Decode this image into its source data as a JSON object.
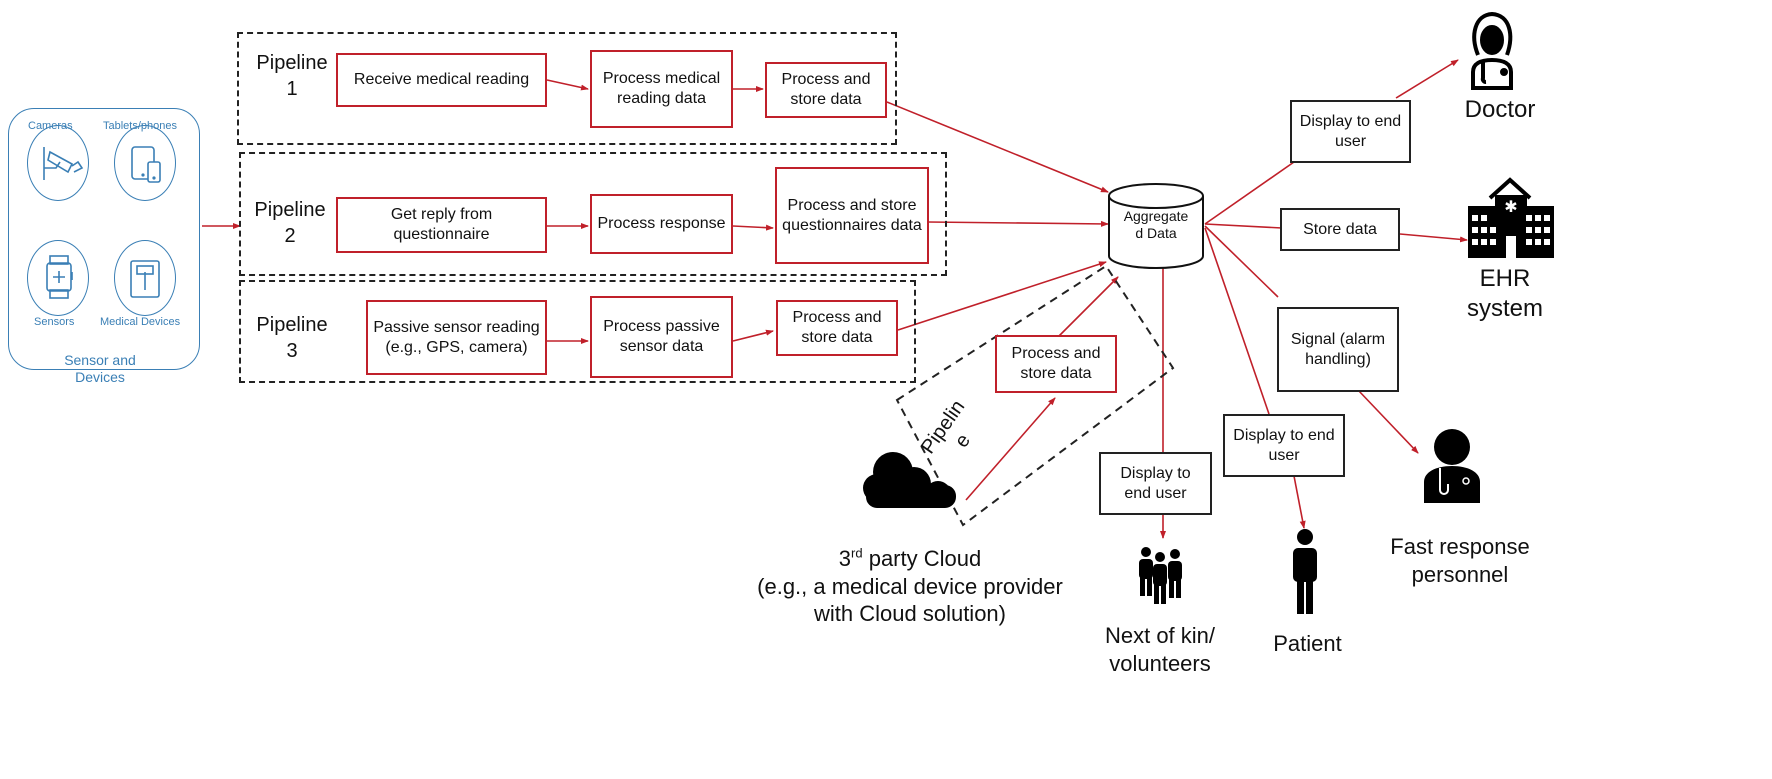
{
  "colors": {
    "flow": "#c0202a",
    "device": "#3a7fb5",
    "border": "#222222"
  },
  "devices": {
    "title": "Sensor and Devices",
    "title_line1": "Sensor and",
    "title_line2": "Devices",
    "items": [
      {
        "label": "Cameras",
        "icon": "security-camera-icon"
      },
      {
        "label": "Tablets/phones",
        "icon": "tablet-phone-icon"
      },
      {
        "label": "Sensors",
        "icon": "smartwatch-icon"
      },
      {
        "label": "Medical Devices",
        "icon": "medical-scale-icon"
      }
    ]
  },
  "pipelines": [
    {
      "name_line1": "Pipeline",
      "name_line2": "1",
      "steps": [
        "Receive medical reading",
        "Process medical reading data",
        "Process and store data"
      ]
    },
    {
      "name_line1": "Pipeline",
      "name_line2": "2",
      "steps": [
        "Get reply from questionnaire",
        "Process response",
        "Process and store questionnaires data"
      ]
    },
    {
      "name_line1": "Pipeline",
      "name_line2": "3",
      "steps": [
        "Passive sensor reading (e.g., GPS, camera)",
        "Process passive sensor data",
        "Process and store data"
      ]
    }
  ],
  "cloud_pipeline": {
    "label_line1": "Pipelin",
    "label_line2": "e",
    "step": "Process and store data"
  },
  "aggregate": {
    "line1": "Aggregate",
    "line2": "d Data"
  },
  "outputs": [
    {
      "action": "Display to end user",
      "target_line1": "Doctor",
      "target_line2": "",
      "icon": "doctor-icon"
    },
    {
      "action": "Store data",
      "target_line1": "EHR",
      "target_line2": "system",
      "icon": "hospital-icon"
    },
    {
      "action": "Signal (alarm handling)",
      "target_line1": "Fast response",
      "target_line2": "personnel",
      "icon": "paramedic-icon"
    },
    {
      "action": "Display to end user",
      "target_line1": "Patient",
      "target_line2": "",
      "icon": "person-icon"
    },
    {
      "action": "Display to end user",
      "target_line1": "Next of kin/",
      "target_line2": "volunteers",
      "icon": "group-icon"
    }
  ],
  "cloud": {
    "title_prefix": "3",
    "title_sup": "rd",
    "title_rest": " party Cloud",
    "line2": "(e.g., a medical device provider",
    "line3": "with Cloud solution)",
    "icon": "cloud-icon"
  }
}
